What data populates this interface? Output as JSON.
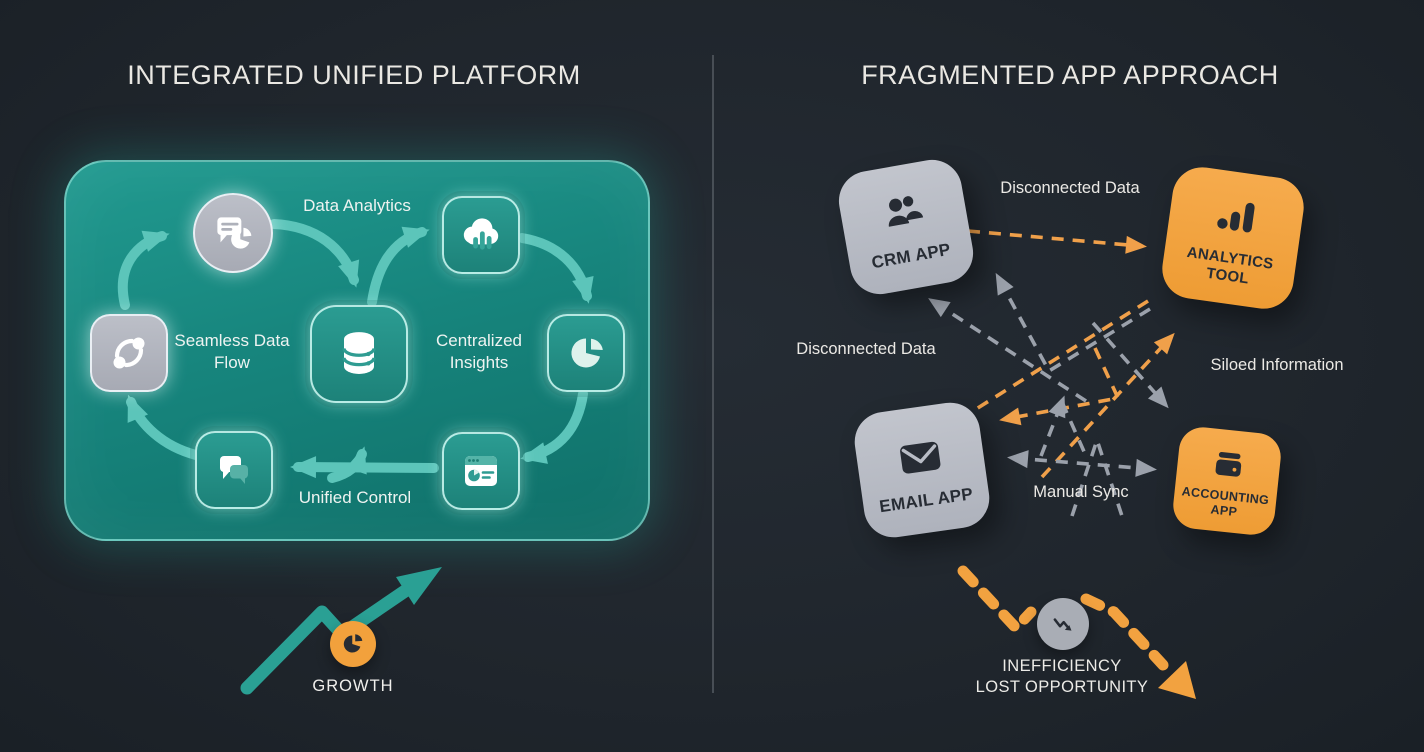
{
  "appearance": {
    "background": "#20262d",
    "divider": "#565c63",
    "title_color": "#eae8e3",
    "teal_panel": "#17857d",
    "teal_arrow": "#5cc5ba",
    "growth_arrow": "#2aa094",
    "orange": "#f2a240",
    "gray_tile": "#b9bdc6",
    "gray_dashed_arrow": "#9ba1ab",
    "dark_icon": "#272c34",
    "label_color": "#edecea"
  },
  "left_panel": {
    "title": "INTEGRATED UNIFIED PLATFORM",
    "labels": {
      "data_analytics": "Data Analytics",
      "seamless_data_flow": "Seamless Data Flow",
      "centralized_insights": "Centralized Insights",
      "unified_control": "Unified Control"
    },
    "growth_label": "GROWTH"
  },
  "right_panel": {
    "title": "FRAGMENTED APP APPROACH",
    "apps": [
      {
        "name": "CRM APP"
      },
      {
        "name": "ANALYTICS TOOL"
      },
      {
        "name": "EMAIL APP"
      },
      {
        "name": "ACCOUNTING APP"
      }
    ],
    "labels": {
      "disconnected_top": "Disconnected Data",
      "disconnected_left": "Disconnected Data",
      "siloed": "Siloed Information",
      "manual_sync": "Manual Sync"
    },
    "decline": {
      "line1": "INEFFICIENCY",
      "line2": "LOST OPPORTUNITY"
    }
  }
}
